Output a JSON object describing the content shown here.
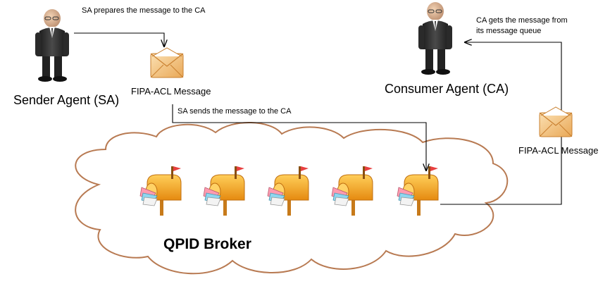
{
  "sender": {
    "name": "Sender Agent (SA)",
    "icon": "businessman-icon"
  },
  "consumer": {
    "name": "Consumer Agent (CA)",
    "icon": "businessman-icon"
  },
  "messages": {
    "sa_message_label": "FIPA-ACL Message",
    "ca_message_label": "FIPA-ACL Message",
    "icon": "envelope-icon"
  },
  "steps": {
    "prepare": "SA prepares the message to the CA",
    "send": "SA sends  the message to the CA",
    "get_line1": "CA gets the message from",
    "get_line2": "its message queue"
  },
  "broker": {
    "label": "QPID Broker",
    "queue_icon": "mailbox-icon",
    "queues": [
      1,
      2,
      3,
      4,
      5
    ]
  },
  "colors": {
    "cloud_stroke": "#b87a52",
    "mailbox_body": "#f5a623",
    "envelope": "#f4c27a",
    "arrow": "#000000"
  }
}
